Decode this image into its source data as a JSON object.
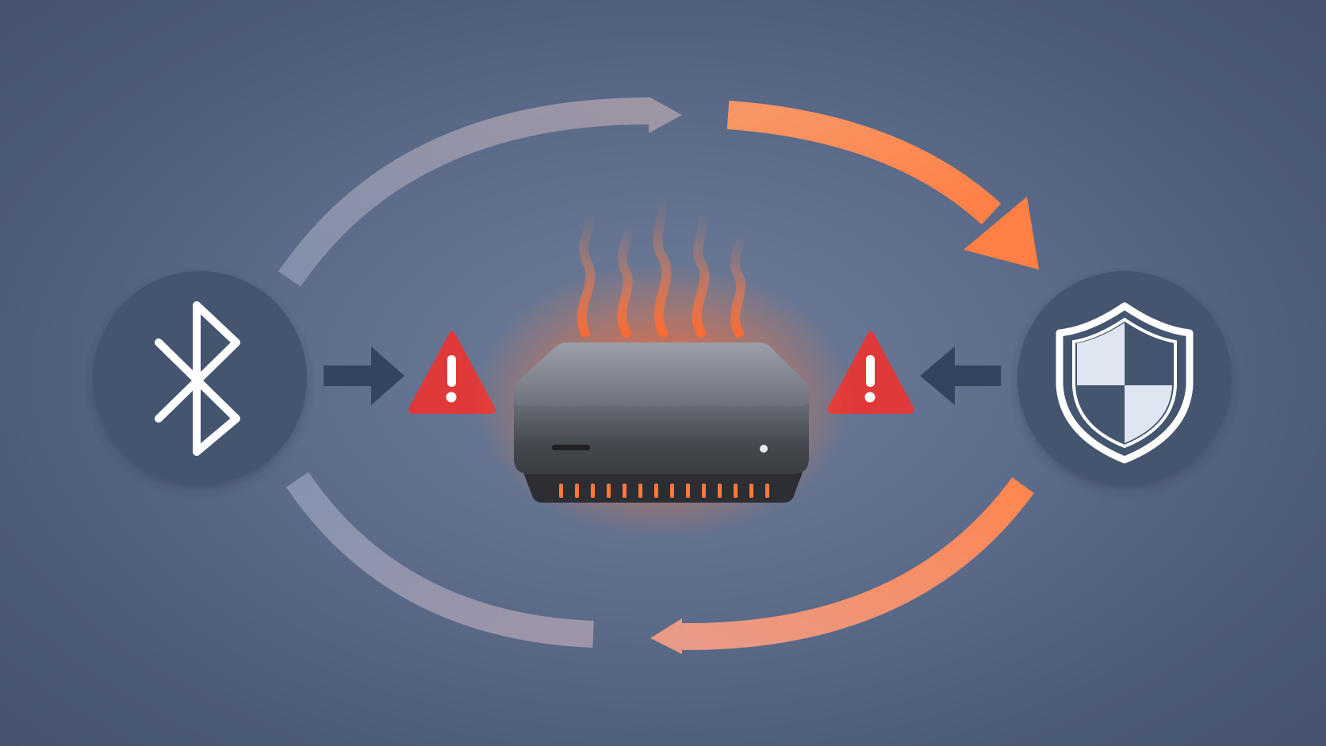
{
  "scene": {
    "title": "",
    "left_node": {
      "icon": "bluetooth-icon"
    },
    "center_node": {
      "icon": "mini-pc-icon",
      "state": "overheating"
    },
    "right_node": {
      "icon": "security-shield-icon"
    },
    "warnings": [
      {
        "icon": "warning-triangle-icon",
        "symbol": "!"
      },
      {
        "icon": "warning-triangle-icon",
        "symbol": "!"
      }
    ],
    "flow_arrows": [
      "top-left-arc",
      "top-right-arc",
      "bottom-right-arc",
      "bottom-left-arc"
    ]
  },
  "colors": {
    "background": "#566685",
    "node_circle": "#44556f",
    "icon_white": "#ffffff",
    "shield_fill": "#dfe6f2",
    "heat_orange": "#ff6a30",
    "arc_orange": "#ff8a55",
    "arc_faded": "#8f9cb5",
    "warning_red": "#e0393a",
    "arrow_dark": "#33445e"
  }
}
